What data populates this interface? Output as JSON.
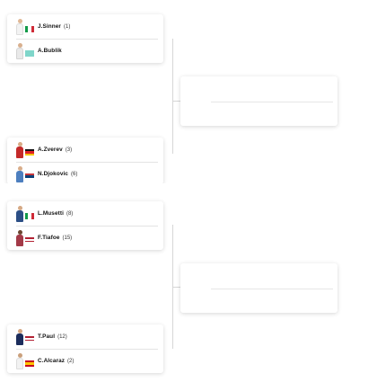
{
  "matches": [
    {
      "top": {
        "name": "J.Sinner",
        "seed": "(1)",
        "shirt": "#f3f3f3",
        "country": "italy-flag"
      },
      "bottom": {
        "name": "A.Bublik",
        "seed": "",
        "shirt": "#e9e9e9",
        "country": "kazakhstan-flag"
      }
    },
    {
      "top": {
        "name": "A.Zverev",
        "seed": "(3)",
        "shirt": "#c42a2a",
        "country": "germany-flag"
      },
      "bottom": {
        "name": "N.Djokovic",
        "seed": "(6)",
        "shirt": "#4d7fbf",
        "country": "serbia-flag"
      }
    },
    {
      "top": {
        "name": "L.Musetti",
        "seed": "(8)",
        "shirt": "#2c4f86",
        "country": "italy-flag"
      },
      "bottom": {
        "name": "F.Tiafoe",
        "seed": "(15)",
        "shirt": "#a33a48",
        "country": "usa-flag"
      }
    },
    {
      "top": {
        "name": "T.Paul",
        "seed": "(12)",
        "shirt": "#1c2d5c",
        "country": "usa-flag"
      },
      "bottom": {
        "name": "C.Alcaraz",
        "seed": "(2)",
        "shirt": "#f2f2f2",
        "country": "spain-flag"
      }
    }
  ],
  "results": [
    "",
    ""
  ],
  "colors": {
    "bracket_line": "#d6d6d6",
    "card_bg": "#ffffff",
    "name_text": "#111111"
  }
}
